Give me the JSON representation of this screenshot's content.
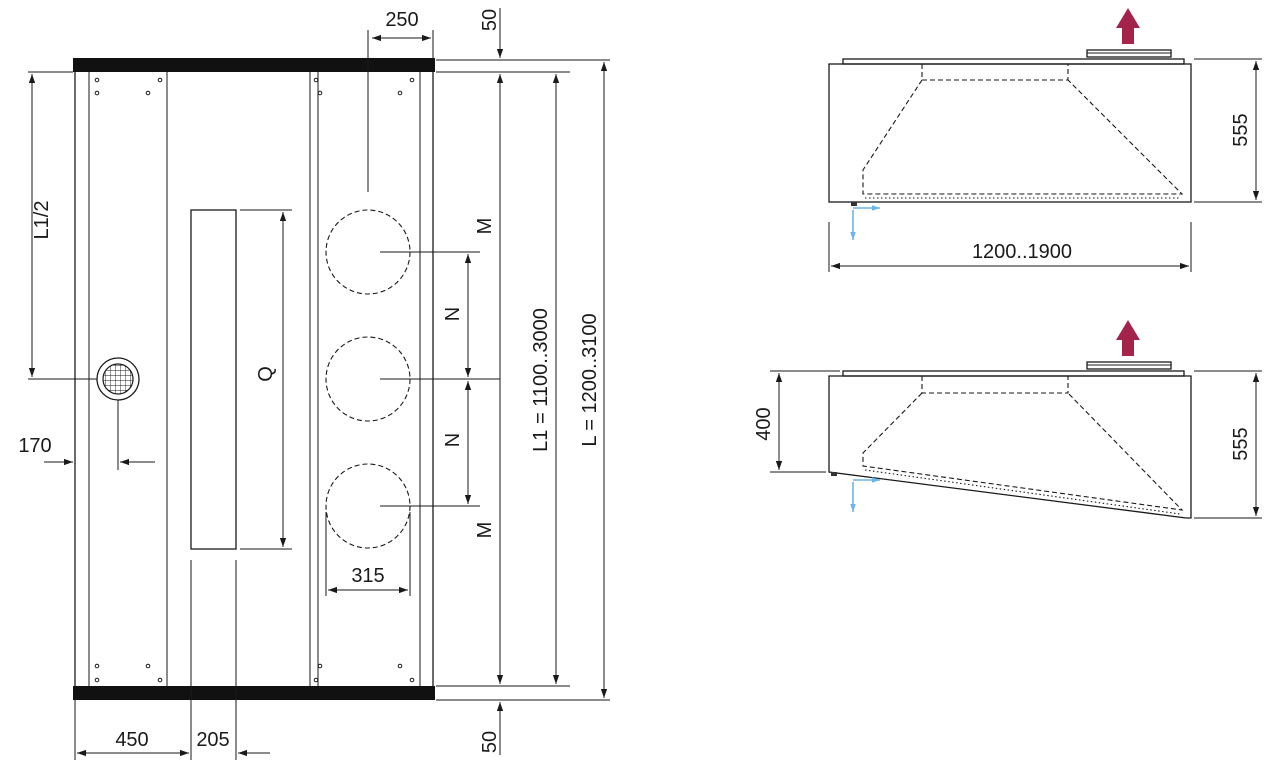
{
  "top_view": {
    "labels": {
      "dim_250": "250",
      "dim_50_top": "50",
      "dim_50_bottom": "50",
      "dim_L1_half": "L1/2",
      "dim_170": "170",
      "dim_450": "450",
      "dim_205": "205",
      "dim_315": "315",
      "dim_Q": "Q",
      "dim_M_top": "M",
      "dim_N_1": "N",
      "dim_N_2": "N",
      "dim_M_bottom": "M",
      "dim_L1": "L1 = 1100..3000",
      "dim_L": "L = 1200..3100"
    }
  },
  "side_view_top": {
    "labels": {
      "dim_555": "555",
      "dim_width": "1200..1900"
    }
  },
  "side_view_bottom": {
    "labels": {
      "dim_400": "400",
      "dim_555": "555"
    }
  },
  "colors": {
    "exhaust_arrow": "#a3244a",
    "airflow": "#6fb4e6",
    "line": "#1a1a1a"
  }
}
